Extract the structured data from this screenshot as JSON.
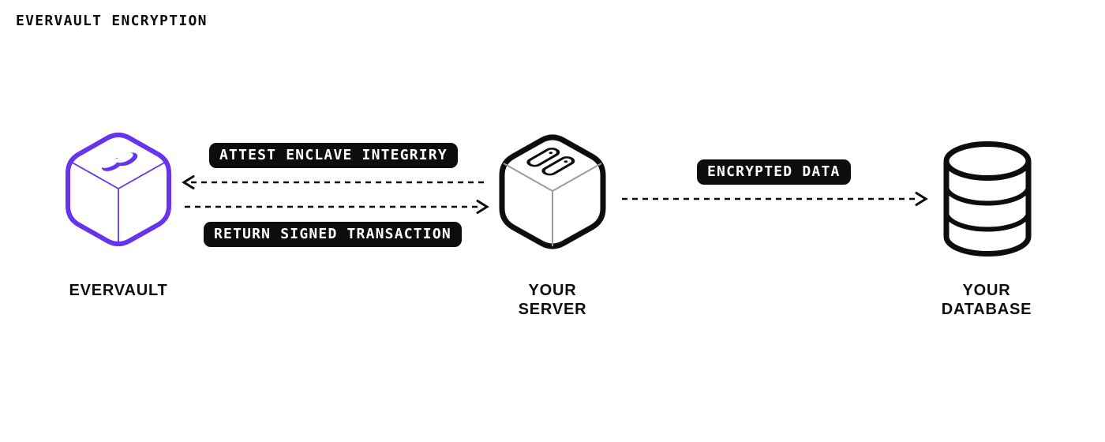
{
  "page": {
    "title": "EVERVAULT ENCRYPTION"
  },
  "colors": {
    "brand_purple": "#6633EE",
    "ink_black": "#0D0D0D",
    "inner_edge_gray": "#9B9B9B",
    "badge_background": "#0D0D0D",
    "badge_text": "#FFFFFF",
    "background": "#FFFFFF"
  },
  "diagram": {
    "nodes": {
      "evervault": {
        "label": "EVERVAULT",
        "icon": "evervault-cube-icon"
      },
      "server": {
        "label_line1": "YOUR",
        "label_line2": "SERVER",
        "icon": "server-cube-icon"
      },
      "database": {
        "label_line1": "YOUR",
        "label_line2": "DATABASE",
        "icon": "database-cylinder-icon"
      }
    },
    "edges": {
      "attest": {
        "label": "ATTEST ENCLAVE INTEGRIRY",
        "from": "server",
        "to": "evervault",
        "style": "dashed",
        "arrow_direction": "left"
      },
      "return_signed": {
        "label": "RETURN SIGNED TRANSACTION",
        "from": "evervault",
        "to": "server",
        "style": "dashed",
        "arrow_direction": "right"
      },
      "encrypted_data": {
        "label": "ENCRYPTED DATA",
        "from": "server",
        "to": "database",
        "style": "dashed",
        "arrow_direction": "right"
      }
    }
  }
}
